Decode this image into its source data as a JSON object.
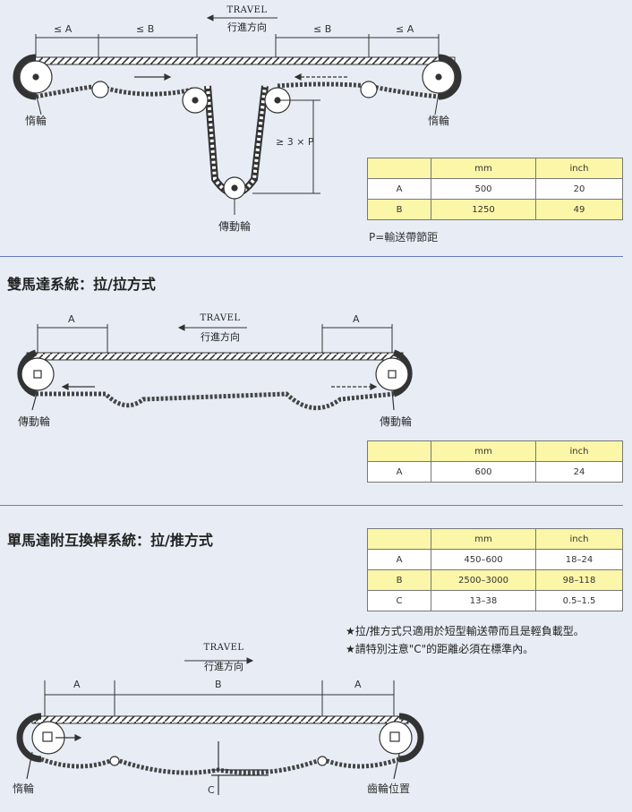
{
  "diagram1": {
    "travel_en": "TRAVEL",
    "travel_cn": "行進方向",
    "dim_a": "≤ A",
    "dim_b": "≤ B",
    "dim_3p": "≥ 3 × P",
    "idler_left": "惰輪",
    "idler_right": "惰輪",
    "drive": "傳動輪",
    "table": {
      "headers": [
        "",
        "mm",
        "inch"
      ],
      "rows": [
        [
          "A",
          "500",
          "20"
        ],
        [
          "B",
          "1250",
          "49"
        ]
      ]
    },
    "footnote": "P=輸送帶節距"
  },
  "section2": {
    "title": "雙馬達系統：拉/拉方式",
    "travel_en": "TRAVEL",
    "travel_cn": "行進方向",
    "dim_a": "A",
    "drive_left": "傳動輪",
    "drive_right": "傳動輪",
    "table": {
      "headers": [
        "",
        "mm",
        "inch"
      ],
      "rows": [
        [
          "A",
          "600",
          "24"
        ]
      ]
    }
  },
  "section3": {
    "title": "單馬達附互換桿系統：拉/推方式",
    "travel_en": "TRAVEL",
    "travel_cn": "行進方向",
    "dim_a": "A",
    "dim_b": "B",
    "dim_c": "C",
    "idler": "惰輪",
    "sprocket": "齒輪位置",
    "table": {
      "headers": [
        "",
        "mm",
        "inch"
      ],
      "rows": [
        [
          "A",
          "450–600",
          "18–24"
        ],
        [
          "B",
          "2500–3000",
          "98–118"
        ],
        [
          "C",
          "13–38",
          "0.5–1.5"
        ]
      ]
    },
    "notes": [
      "★拉/推方式只適用於短型輸送帶而且是輕負載型。",
      "★請特別注意\"C\"的距離必須在標準內。"
    ]
  }
}
